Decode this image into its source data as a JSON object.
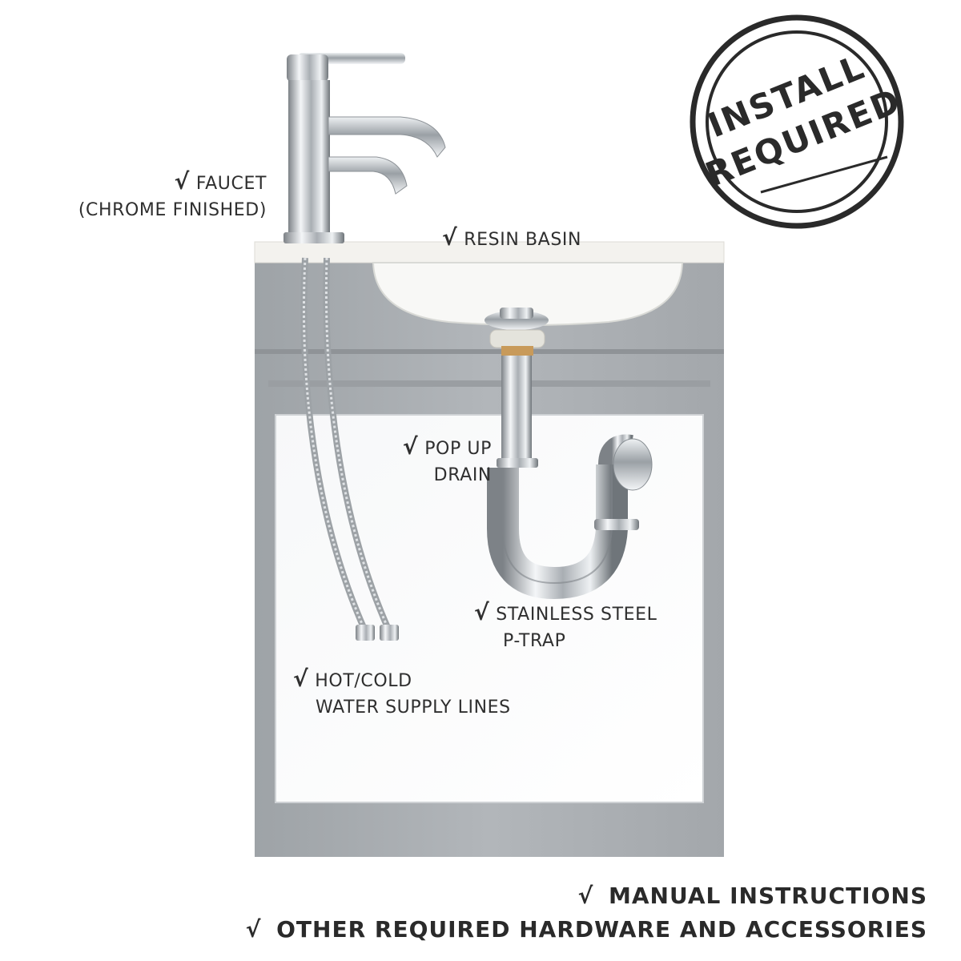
{
  "check_mark": "√",
  "stamp": {
    "line1": "INSTALL",
    "line2": "REQUIRED"
  },
  "callouts": {
    "faucet": {
      "line1": "FAUCET",
      "line2": "(CHROME FINISHED)"
    },
    "basin": {
      "line1": "RESIN BASIN"
    },
    "drain": {
      "line1": "POP UP",
      "line2": "DRAIN"
    },
    "ptrap": {
      "line1": "STAINLESS STEEL",
      "line2": "P-TRAP"
    },
    "supply": {
      "line1": "HOT/COLD",
      "line2": "WATER SUPPLY LINES"
    }
  },
  "bottom_items": [
    "MANUAL INSTRUCTIONS",
    "OTHER REQUIRED HARDWARE AND ACCESSORIES"
  ],
  "colors": {
    "cabinet": "#a9adb1",
    "cabinet_dark": "#8f9397",
    "panel": "#ffffff",
    "chrome": "#c8ccd0",
    "ink": "#2a2a2a"
  }
}
